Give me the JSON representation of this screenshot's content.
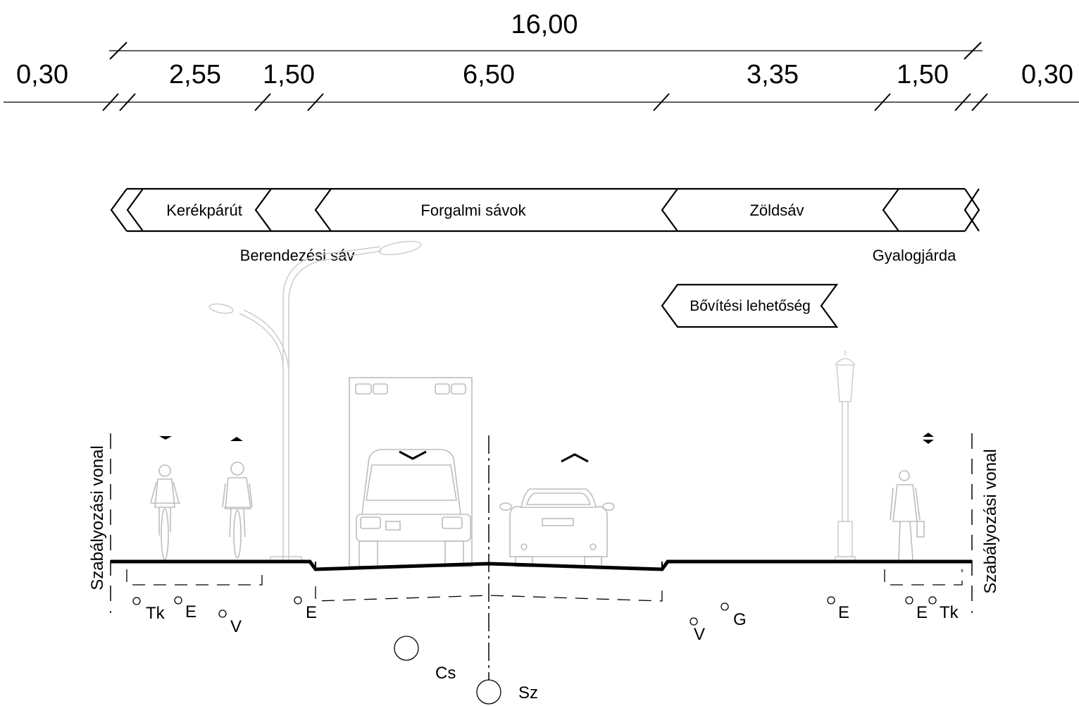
{
  "dimensions": {
    "total": "16,00",
    "segments": [
      "0,30",
      "2,55",
      "1,50",
      "6,50",
      "3,35",
      "1,50",
      "0,30"
    ]
  },
  "bands": {
    "kerekparut": "Kerékpárút",
    "forgalmi": "Forgalmi sávok",
    "zoldsav": "Zöldsáv",
    "berendezesi": "Berendezési sáv",
    "gyalogjarda": "Gyalogjárda",
    "bovitesi": "Bővítési lehetőség"
  },
  "regulation_line": "Szabályozási vonal",
  "utilities": {
    "tk_left": "Tk",
    "e_left": "E",
    "v_left": "V",
    "e_curb_left": "E",
    "cs": "Cs",
    "sz": "Sz",
    "v_right": "V",
    "g_right": "G",
    "e_lamp_right": "E",
    "e_right": "E",
    "tk_right": "Tk"
  }
}
